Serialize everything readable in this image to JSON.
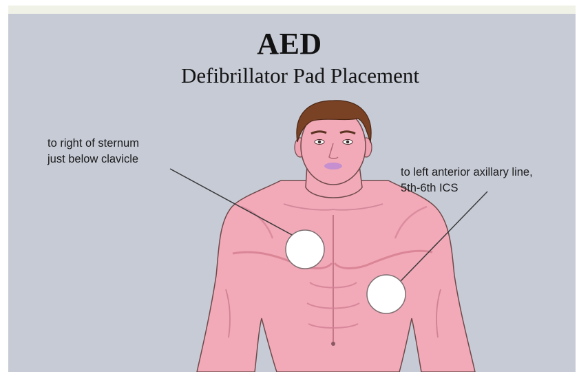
{
  "title": "AED",
  "subtitle": "Defibrillator Pad Placement",
  "annotations": {
    "right_pad": {
      "line1": "to right of sternum",
      "line2": "just below clavicle"
    },
    "left_pad": {
      "line1": "to left anterior axillary line,",
      "line2": "5th-6th ICS"
    }
  },
  "colors": {
    "background": "#c7cbd6",
    "skin": "#f2a9b8",
    "hair": "#7a4224",
    "pad": "#ffffff"
  }
}
